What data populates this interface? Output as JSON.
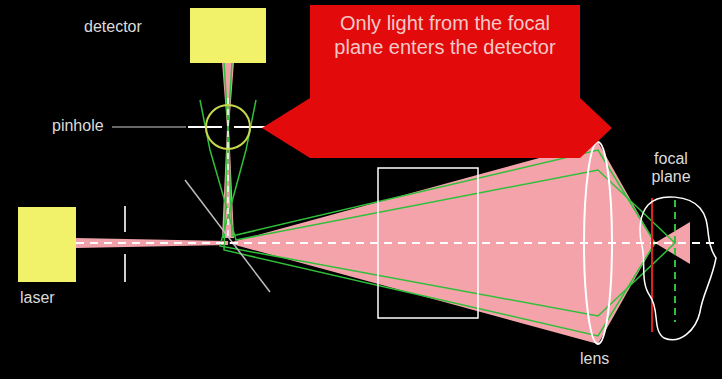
{
  "diagram": {
    "nodes": [
      {
        "text": [
          "detector"
        ]
      },
      {
        "text": [
          "Only light from the focal plane enters the detector"
        ]
      },
      {
        "text": [
          "laser"
        ]
      }
    ],
    "labels": [
      "pinhole",
      "focal plane",
      "lens"
    ]
  }
}
